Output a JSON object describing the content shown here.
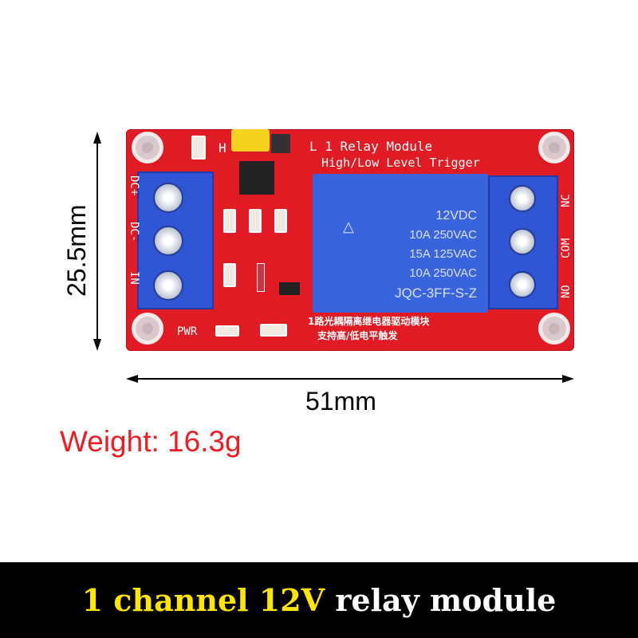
{
  "board": {
    "title_line1": "L 1 Relay Module",
    "title_line2": "High/Low Level Trigger",
    "jumper_label": "H",
    "left_terminals": [
      "DC+",
      "DC-",
      "IN"
    ],
    "right_terminals": [
      "NC",
      "COM",
      "NO"
    ],
    "pwr_label": "PWR",
    "chinese_line1": "1路光耦隔离继电器驱动模块",
    "chinese_line2": "支持高/低电平触发",
    "relay": {
      "voltage": "12VDC",
      "rating1": "10A 250VAC",
      "rating2": "15A 125VAC",
      "rating3": "10A 250VAC",
      "model": "JQC-3FF-S-Z"
    }
  },
  "dimensions": {
    "height": "25.5mm",
    "width": "51mm"
  },
  "weight": "Weight: 16.3g",
  "banner": {
    "highlight": "1 channel 12V",
    "rest": "relay module"
  },
  "colors": {
    "board": "#e01b24",
    "relay": "#3a63de",
    "weight_text": "#ee1c24",
    "banner_highlight": "#ffe600"
  }
}
